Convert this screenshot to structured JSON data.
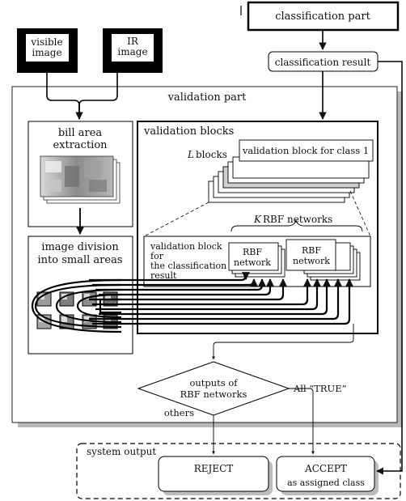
{
  "diagram": {
    "inputs": {
      "visible": [
        "visible",
        "image"
      ],
      "ir": [
        "IR",
        "image"
      ]
    },
    "classification_part": "classification part",
    "classification_result": "classification result",
    "validation_part": "validation part",
    "bill_area": [
      "bill area",
      "extraction"
    ],
    "image_division": [
      "image division",
      "into small areas"
    ],
    "validation_blocks": {
      "title": "validation blocks",
      "l_var": "L",
      "l_text": "blocks",
      "block_label": "validation block for class 1",
      "k_var": "K",
      "k_text": "RBF networks",
      "inner_label": [
        "validation block",
        "for",
        "the classification",
        "result"
      ],
      "rbf": [
        "RBF",
        "network"
      ]
    },
    "decision": {
      "label": [
        "outputs of",
        "RBF networks"
      ],
      "others": "others",
      "all_true": "All “TRUE”"
    },
    "system_output": {
      "title": "system output",
      "reject": "REJECT",
      "accept": "ACCEPT",
      "accept_sub": "as assigned class"
    }
  }
}
